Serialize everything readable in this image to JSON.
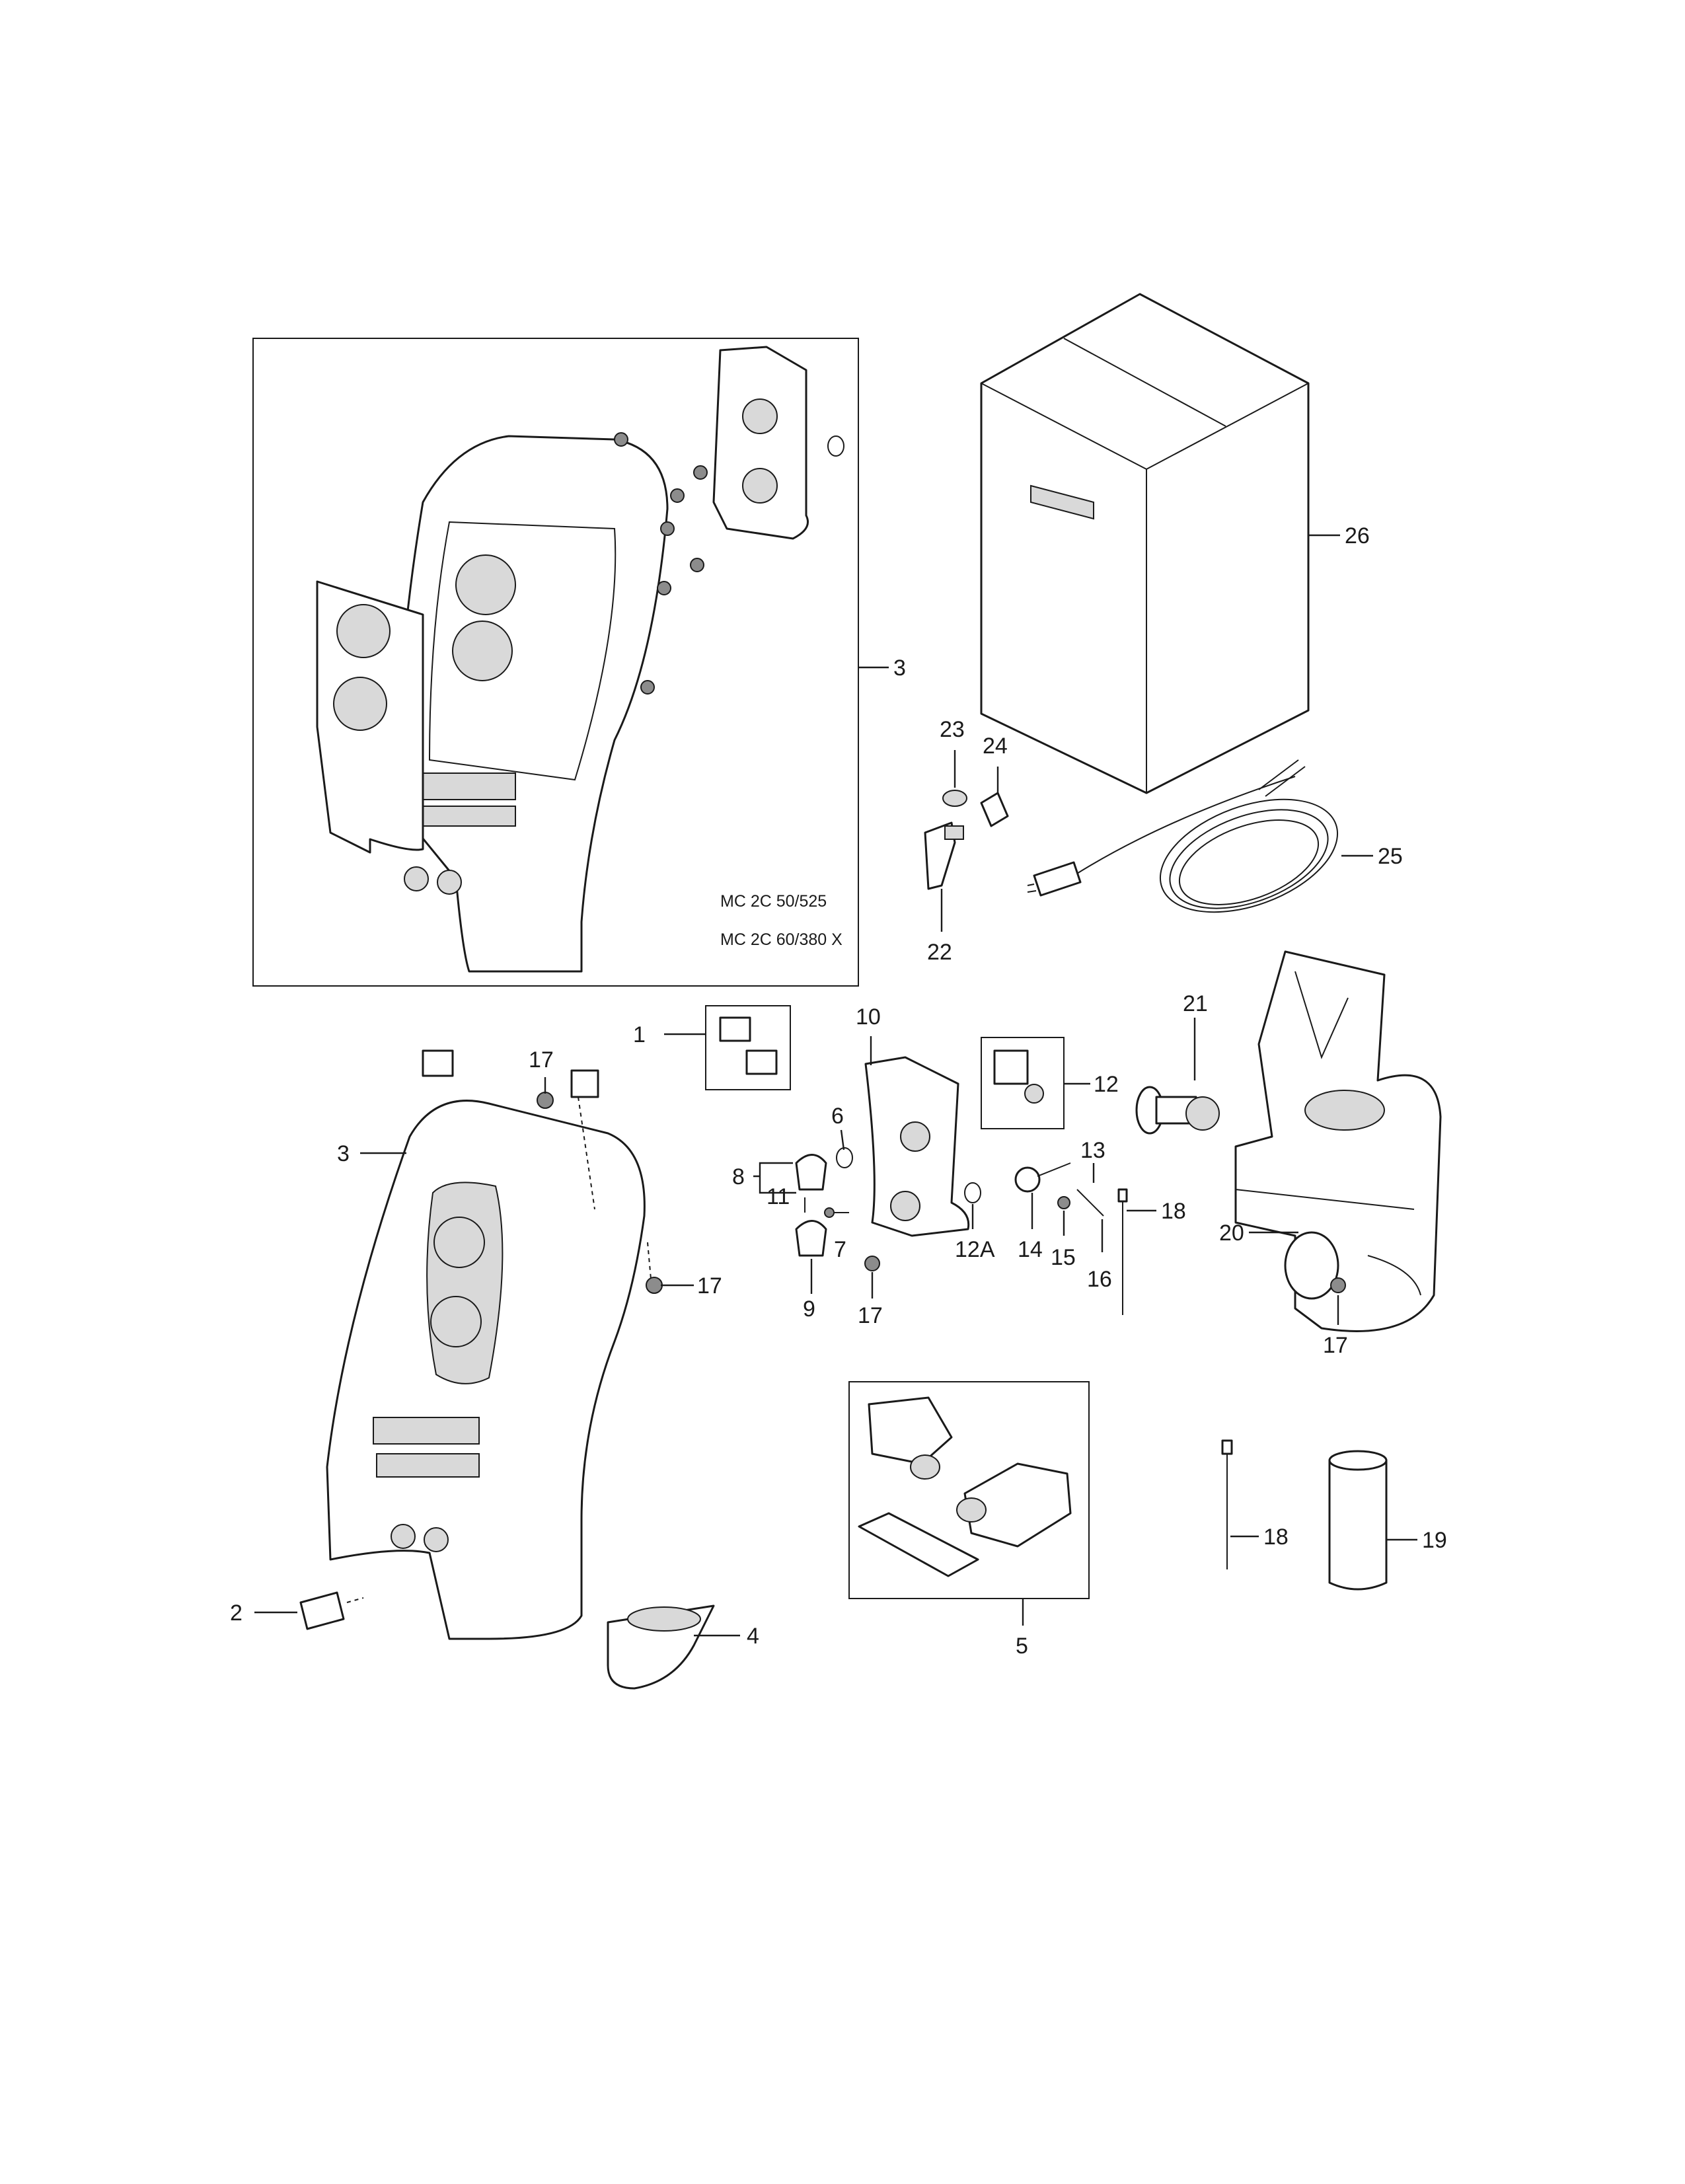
{
  "diagram": {
    "model_labels": [
      "MC 2C 50/525",
      "MC 2C 60/380 X"
    ],
    "callouts": {
      "c1": "1",
      "c2": "2",
      "c3a": "3",
      "c3b": "3",
      "c4": "4",
      "c5": "5",
      "c6": "6",
      "c7": "7",
      "c8": "8",
      "c9": "9",
      "c10": "10",
      "c11": "11",
      "c12": "12",
      "c12A": "12A",
      "c13": "13",
      "c14": "14",
      "c15": "15",
      "c16": "16",
      "c17a": "17",
      "c17b": "17",
      "c17c": "17",
      "c17d": "17",
      "c18a": "18",
      "c18b": "18",
      "c19": "19",
      "c20": "20",
      "c21": "21",
      "c22": "22",
      "c23": "23",
      "c24": "24",
      "c25": "25",
      "c26": "26"
    }
  }
}
